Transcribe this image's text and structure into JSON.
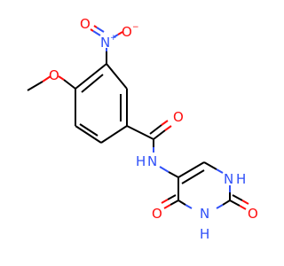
{
  "colors": {
    "nitrogen": "#3050F8",
    "oxygen": "#FF0D0D",
    "carbon": "#000000",
    "background": "#FFFFFF"
  },
  "atoms": {
    "nitro_n": "N",
    "nitro_n_charge": "+",
    "nitro_o_top": "O",
    "nitro_o_right": "O",
    "nitro_o_charge": "−",
    "methoxy_o": "O",
    "carbonyl_o": "O",
    "amide_n": "N",
    "amide_h": "H",
    "ring_n1": "N",
    "ring_n1_h": "H",
    "ring_n3": "N",
    "ring_n3_h": "H",
    "ring_o2": "O",
    "ring_o4": "O"
  }
}
